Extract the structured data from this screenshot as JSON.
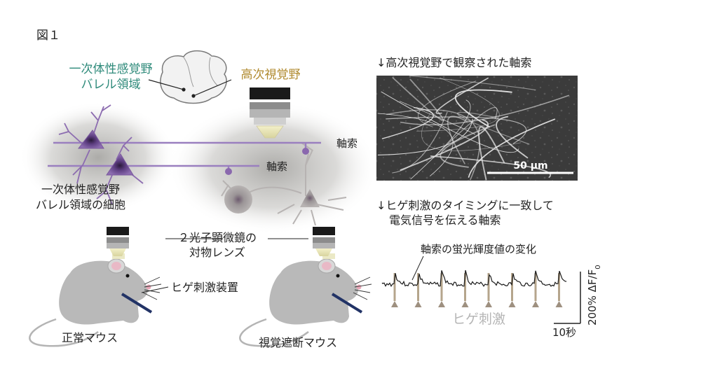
{
  "figure": {
    "label": "図１"
  },
  "brain": {
    "area_s1_line1": "一次体性感覚野",
    "area_s1_line2": "バレル領域",
    "area_v": "高次視覚野"
  },
  "neurons": {
    "axon_label_1": "軸索",
    "axon_label_2": "軸索",
    "cell_label_line1": "一次体性感覚野",
    "cell_label_line2": "バレル領域の細胞"
  },
  "micrograph": {
    "caption": "↓高次視覚野で観察された軸索",
    "scale_label": "50 μm"
  },
  "trace": {
    "caption_line1": "↓ヒゲ刺激のタイミングに一致して",
    "caption_line2": "電気信号を伝える軸索",
    "trace_label": "軸索の蛍光輝度値の変化",
    "stim_label": "ヒゲ刺激",
    "y_scale_label": "200% ΔF/F",
    "y_scale_sub": "0",
    "x_scale_label": "10秒",
    "stimulus_count": 8
  },
  "mice": {
    "objective_line1": "２光子顕微鏡の",
    "objective_line2": "対物レンズ",
    "whisker_device": "ヒゲ刺激装置",
    "normal_mouse": "正常マウス",
    "blind_mouse": "視覚遮断マウス"
  },
  "colors": {
    "teal": "#2e8a7a",
    "gold": "#b08a2e",
    "axon": "#9a7fbf",
    "cell": "#7b5a9e",
    "stim": "#b5a58c",
    "glow": "#b9b8b5"
  }
}
